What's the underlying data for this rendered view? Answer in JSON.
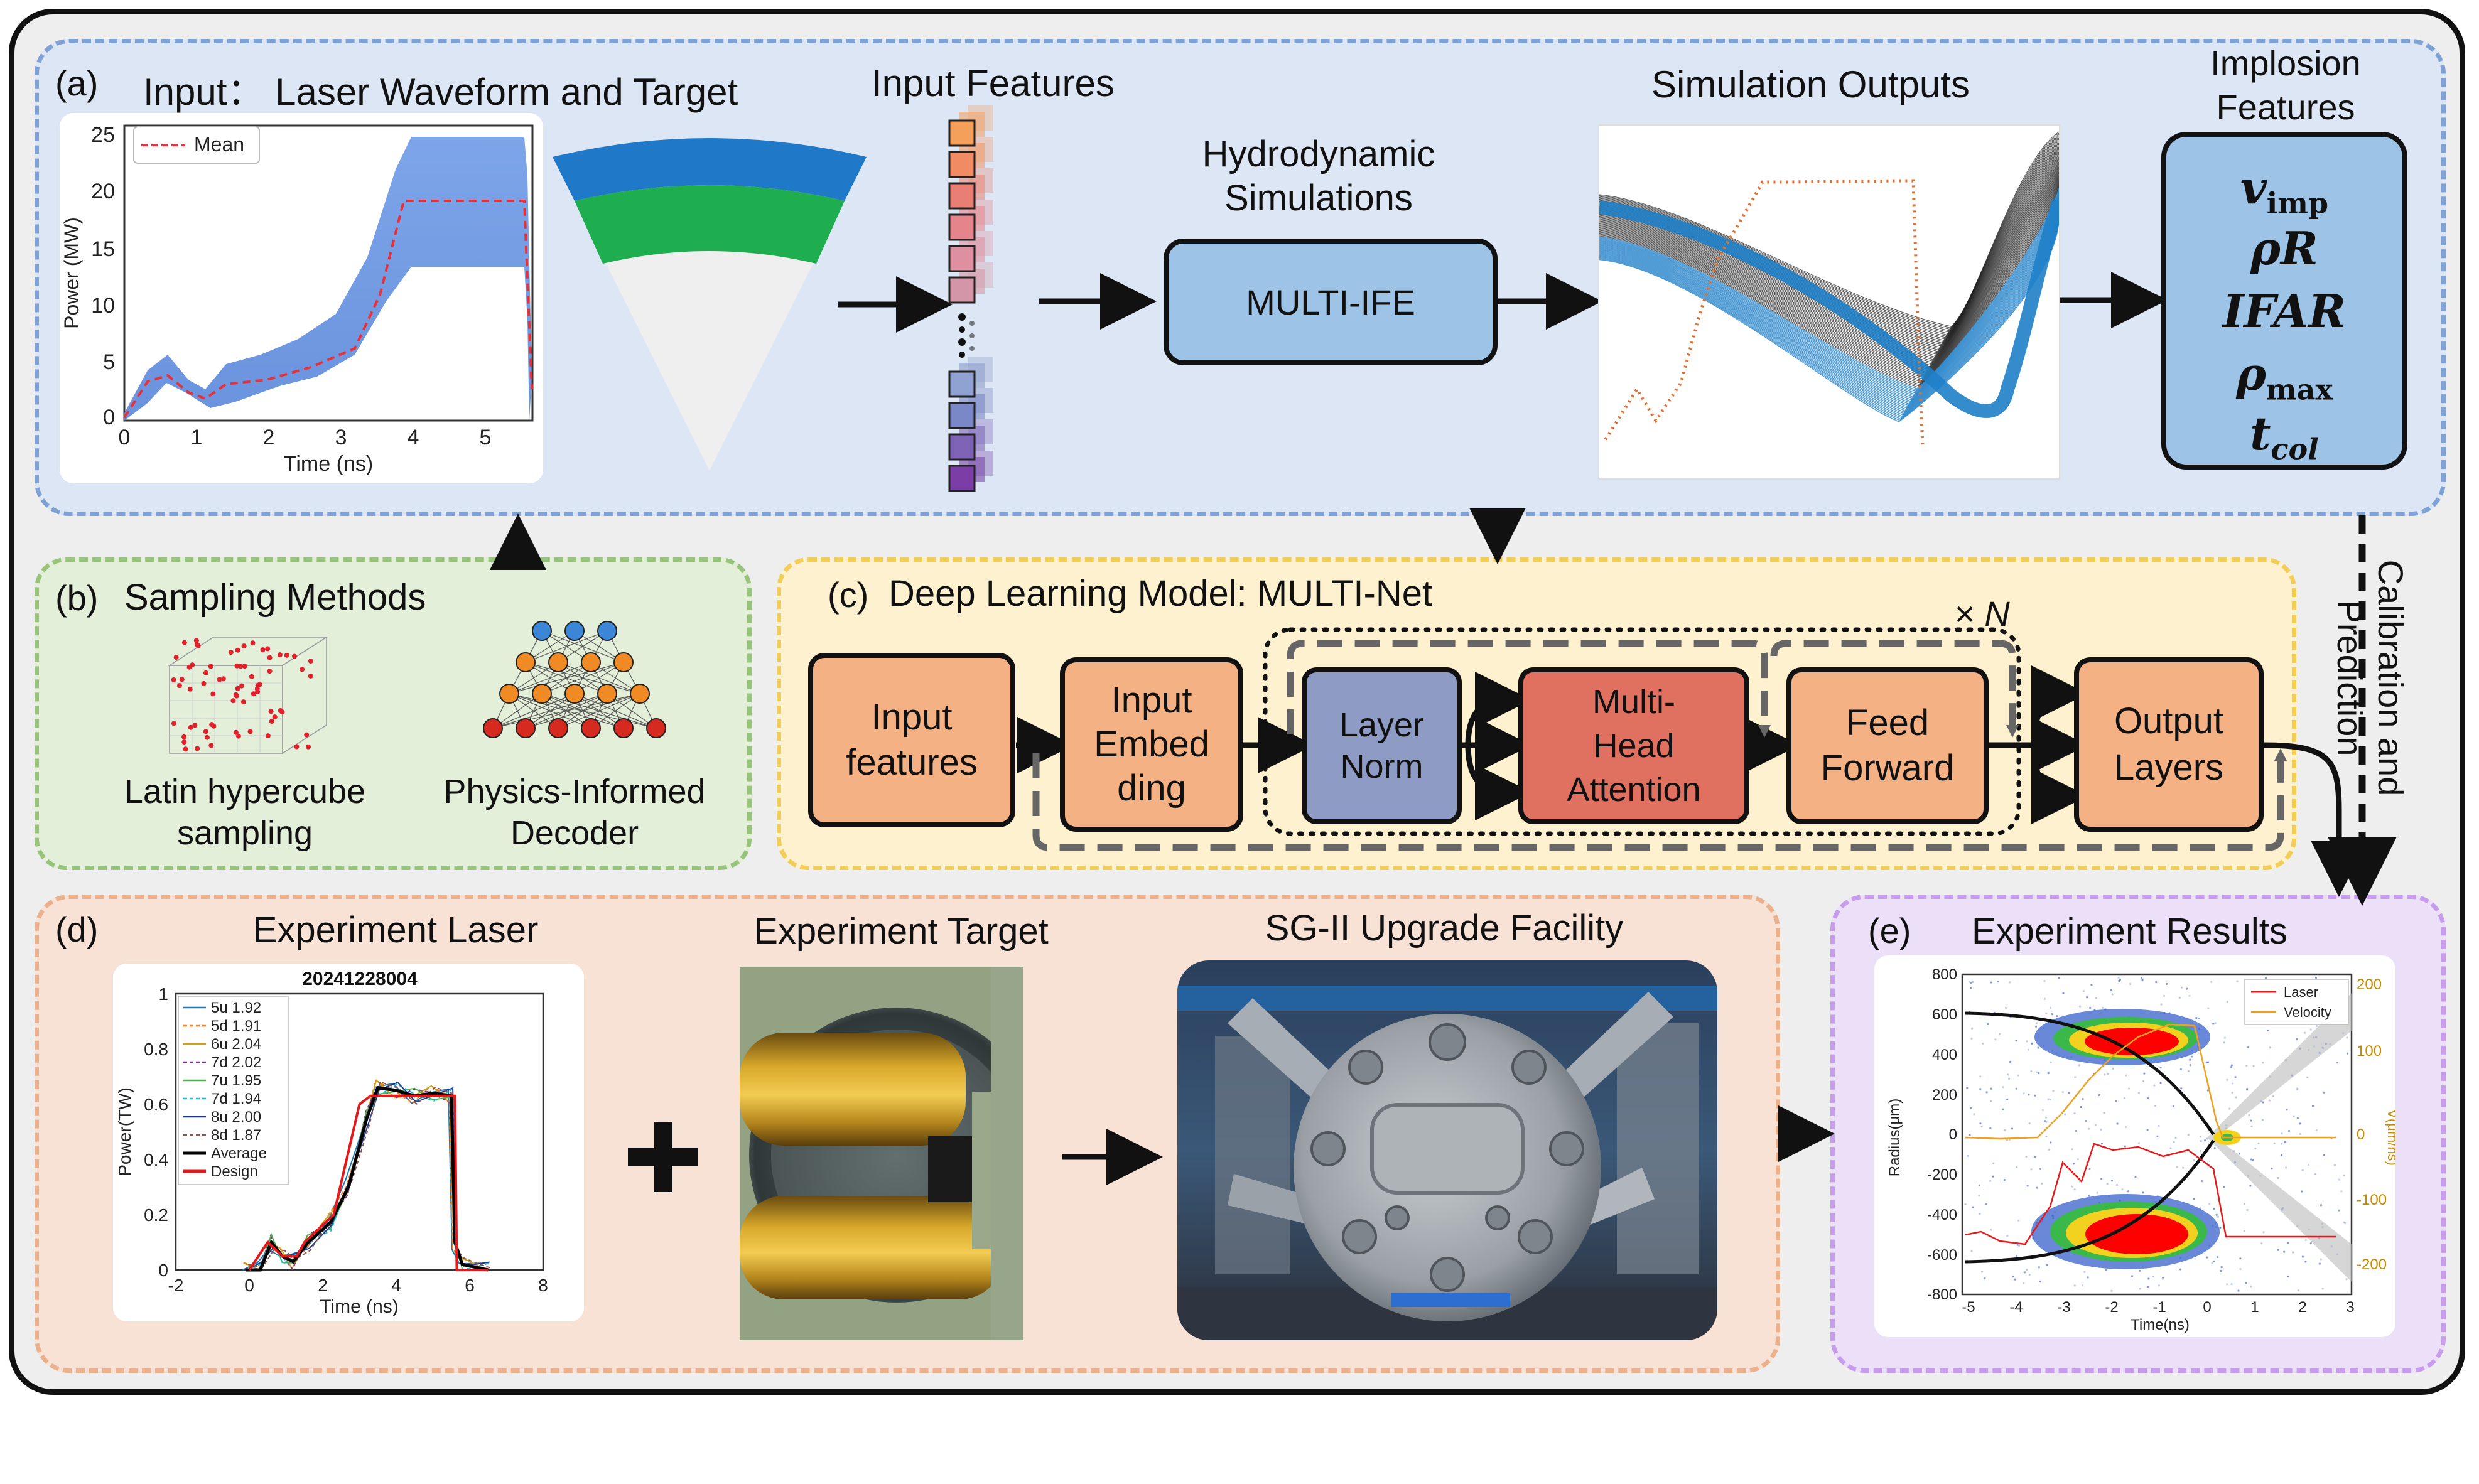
{
  "panel_a": {
    "letter": "(a)",
    "title": "Input： Laser Waveform and Target",
    "input_features_title": "Input Features",
    "hydro_title_line1": "Hydrodynamic",
    "hydro_title_line2": "Simulations",
    "multi_ife_label": "MULTI-IFE",
    "sim_outputs_title": "Simulation Outputs",
    "implosion_title_line1": "Implosion",
    "implosion_title_line2": "Features",
    "features": [
      {
        "sym": "v",
        "sub": "imp"
      },
      {
        "sym": "ρR",
        "sub": ""
      },
      {
        "sym": "IFAR",
        "sub": ""
      },
      {
        "sym": "ρ",
        "sub": "max"
      },
      {
        "sym": "t",
        "sub": "col"
      }
    ]
  },
  "waveform_chart": {
    "ylabel": "Power (MW)",
    "xlabel": "Time (ns)",
    "legend": "Mean",
    "yticks": [
      "0",
      "5",
      "10",
      "15",
      "20",
      "25"
    ],
    "xticks": [
      "0",
      "1",
      "2",
      "3",
      "4",
      "5"
    ]
  },
  "panel_b": {
    "letter": "(b)",
    "title": "Sampling Methods",
    "lhs_line1": "Latin hypercube",
    "lhs_line2": "sampling",
    "pid_line1": "Physics-Informed",
    "pid_line2": "Decoder"
  },
  "panel_c": {
    "letter": "(c)",
    "title": "Deep Learning Model: MULTI-Net",
    "repeat": "× N",
    "input_features": [
      "Input",
      "features"
    ],
    "input_embed": [
      "Input",
      "Embed",
      "ding"
    ],
    "layer_norm": [
      "Layer",
      "Norm"
    ],
    "mha": [
      "Multi-",
      "Head",
      "Attention"
    ],
    "feed_forward": [
      "Feed",
      "Forward"
    ],
    "output_layers": [
      "Output",
      "Layers"
    ]
  },
  "side_label": {
    "line1": "Calibration and",
    "line2": "Prediction"
  },
  "panel_d": {
    "letter": "(d)",
    "laser_title": "Experiment Laser",
    "target_title": "Experiment Target",
    "facility_title": "SG-II Upgrade Facility"
  },
  "laser_chart": {
    "title": "20241228004",
    "ylabel": "Power(TW)",
    "xlabel": "Time (ns)",
    "yticks": [
      "0",
      "0.2",
      "0.4",
      "0.6",
      "0.8",
      "1"
    ],
    "xticks": [
      "-2",
      "0",
      "2",
      "4",
      "6",
      "8"
    ],
    "legend": [
      "5u 1.92",
      "5d 1.91",
      "6u 2.04",
      "7d 2.02",
      "7u 1.95",
      "7d 1.94",
      "8u 2.00",
      "8d 1.87",
      "Average",
      "Design"
    ],
    "legend_colors": [
      "#1f77b4",
      "#ff7f0e",
      "#d4a017",
      "#7b3294",
      "#4daf4a",
      "#17becf",
      "#1f3a93",
      "#8c564b",
      "#000000",
      "#e31a1c"
    ]
  },
  "panel_e": {
    "letter": "(e)",
    "title": "Experiment Results"
  },
  "results_chart": {
    "ylabel": "Radius(μm)",
    "xlabel": "Time(ns)",
    "y2label": "V(μm/ns)",
    "yticks": [
      "800",
      "600",
      "400",
      "200",
      "0",
      "-200",
      "-400",
      "-600",
      "-800"
    ],
    "xticks": [
      "-5",
      "-4",
      "-3",
      "-2",
      "-1",
      "0",
      "1",
      "2",
      "3"
    ],
    "y2ticks": [
      "200",
      "100",
      "0",
      "-100",
      "-200"
    ],
    "legend": [
      "Laser",
      "Velocity"
    ]
  },
  "colors": {
    "panel_a_bg": "#dce6f4",
    "panel_a_border": "#7fa2d6",
    "panel_b_bg": "#e4efda",
    "panel_b_border": "#97c47a",
    "panel_c_bg": "#fdf1cf",
    "panel_c_border": "#f2cd58",
    "panel_d_bg": "#f8e2d6",
    "panel_d_border": "#ebb08c",
    "panel_e_bg": "#ece0f8",
    "panel_e_border": "#c79cec",
    "orange_box": "#f4b183",
    "blue_box": "#9dc3e6",
    "gray_box": "#8e9cc5",
    "red_box": "#e07060"
  }
}
